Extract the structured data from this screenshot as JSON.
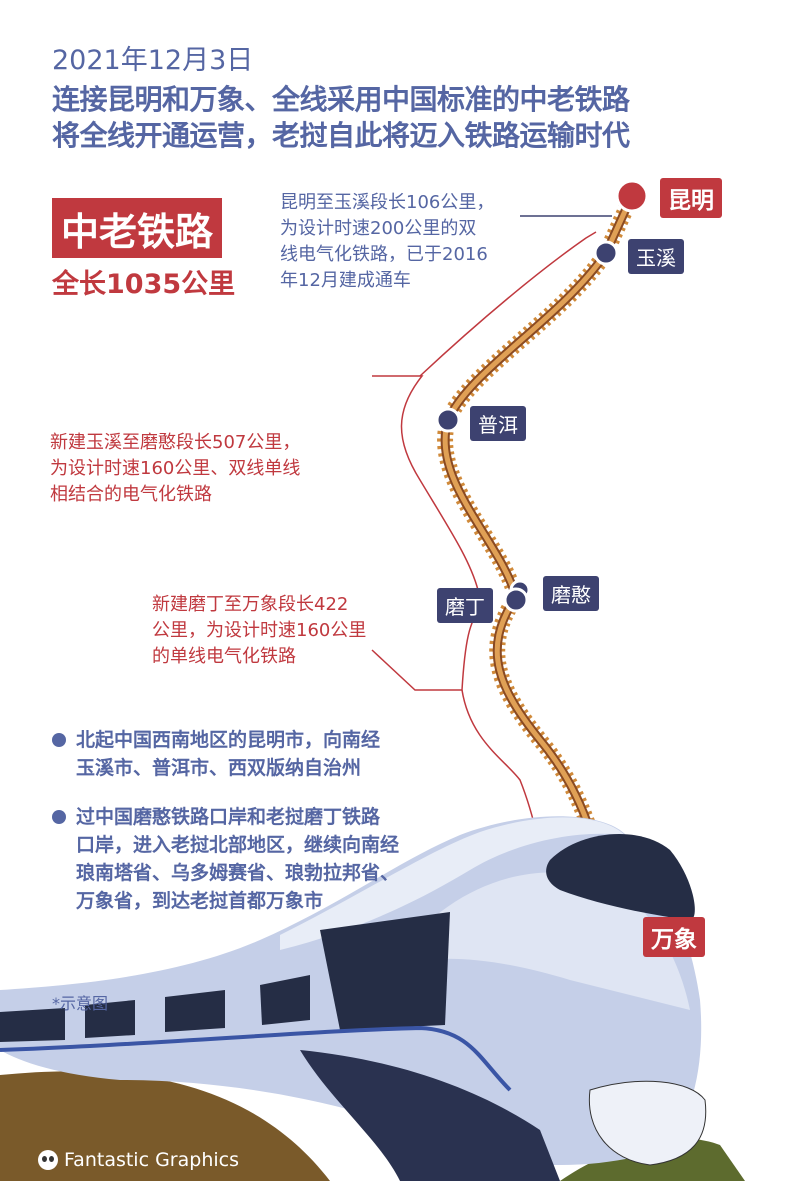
{
  "header": {
    "date": "2021年12月3日",
    "line1": "连接昆明和万象、全线采用中国标准的中老铁路",
    "line2": "将全线开通运营，老挝自此将迈入铁路运输时代"
  },
  "badge": {
    "title": "中老铁路",
    "total": "全长1035公里"
  },
  "notes": {
    "kunming_yuxi": [
      "昆明至玉溪段长106公里，",
      "为设计时速200公里的双",
      "线电气化铁路，已于2016",
      "年12月建成通车"
    ],
    "yuxi_mohan": [
      "新建玉溪至磨憨段长507公里，",
      "为设计时速160公里、双线单线",
      "相结合的电气化铁路"
    ],
    "boten_vientiane": [
      "新建磨丁至万象段长422",
      "公里，为设计时速160公里",
      "的单线电气化铁路"
    ]
  },
  "stations": {
    "kunming": "昆明",
    "yuxi": "玉溪",
    "puer": "普洱",
    "mohan": "磨憨",
    "boten": "磨丁",
    "vientiane": "万象"
  },
  "bullets": [
    [
      "北起中国西南地区的昆明市，向南经",
      "玉溪市、普洱市、西双版纳自治州"
    ],
    [
      "过中国磨憨铁路口岸和老挝磨丁铁路",
      "口岸，进入老挝北部地区，继续向南经",
      "琅南塔省、乌多姆赛省、琅勃拉邦省、",
      "万象省，到达老挝首都万象市"
    ]
  ],
  "footnote": "*示意图",
  "brand": "Fantastic Graphics",
  "colors": {
    "blue": "#5566a3",
    "red": "#c0393f",
    "navy": "#3d4270",
    "tie": "#d08a3a",
    "rail": "#8a4a22"
  }
}
